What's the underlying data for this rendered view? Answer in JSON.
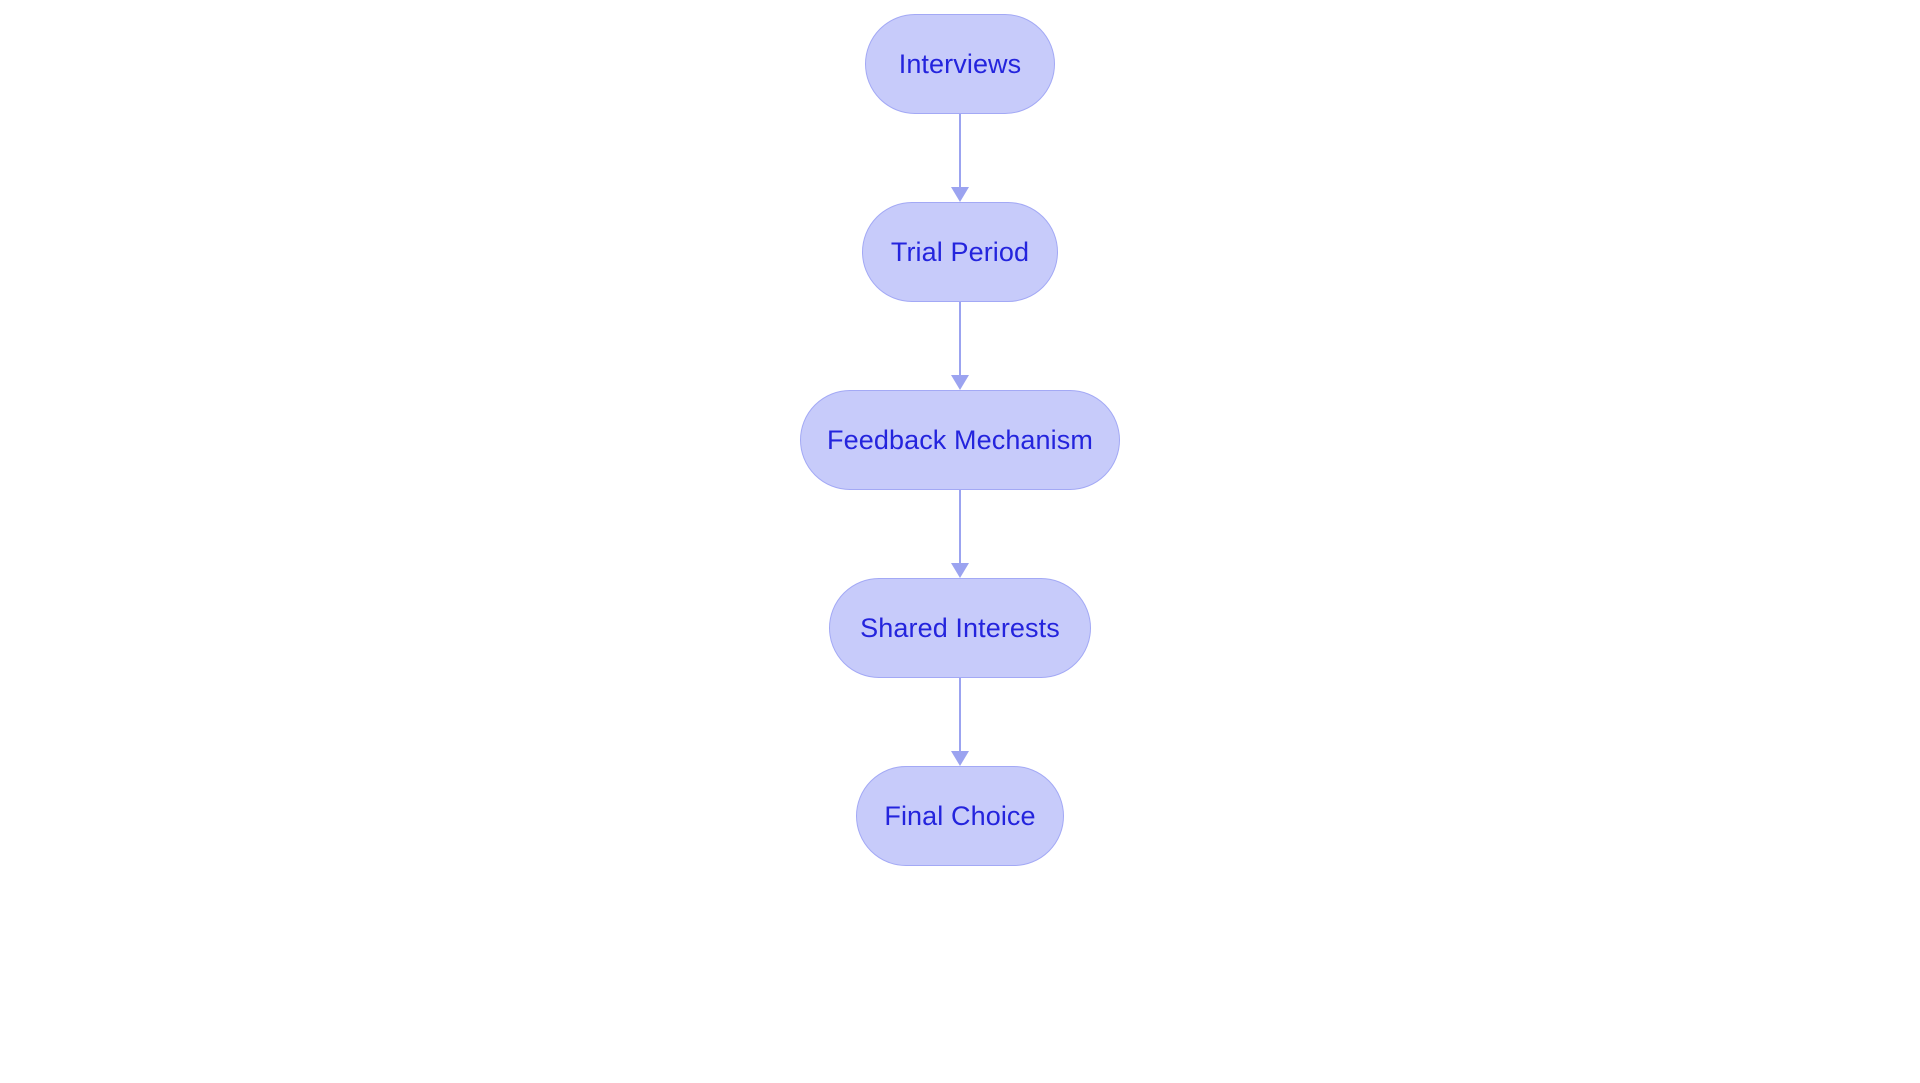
{
  "diagram": {
    "type": "flowchart",
    "orientation": "top-to-bottom",
    "background_color": "#ffffff",
    "node_fill_color": "#c7cbfa",
    "node_border_color": "#a3a9f5",
    "node_text_color": "#2424dd",
    "connector_color": "#9ba3f0",
    "node_shape": "stadium",
    "nodes": [
      {
        "id": "interviews",
        "label": "Interviews"
      },
      {
        "id": "trial-period",
        "label": "Trial Period"
      },
      {
        "id": "feedback-mechanism",
        "label": "Feedback Mechanism"
      },
      {
        "id": "shared-interests",
        "label": "Shared Interests"
      },
      {
        "id": "final-choice",
        "label": "Final Choice"
      }
    ],
    "edges": [
      {
        "from": "interviews",
        "to": "trial-period",
        "label": "",
        "arrow": "down-arrow"
      },
      {
        "from": "trial-period",
        "to": "feedback-mechanism",
        "label": "",
        "arrow": "down-arrow"
      },
      {
        "from": "feedback-mechanism",
        "to": "shared-interests",
        "label": "",
        "arrow": "down-arrow"
      },
      {
        "from": "shared-interests",
        "to": "final-choice",
        "label": "",
        "arrow": "down-arrow"
      }
    ]
  }
}
